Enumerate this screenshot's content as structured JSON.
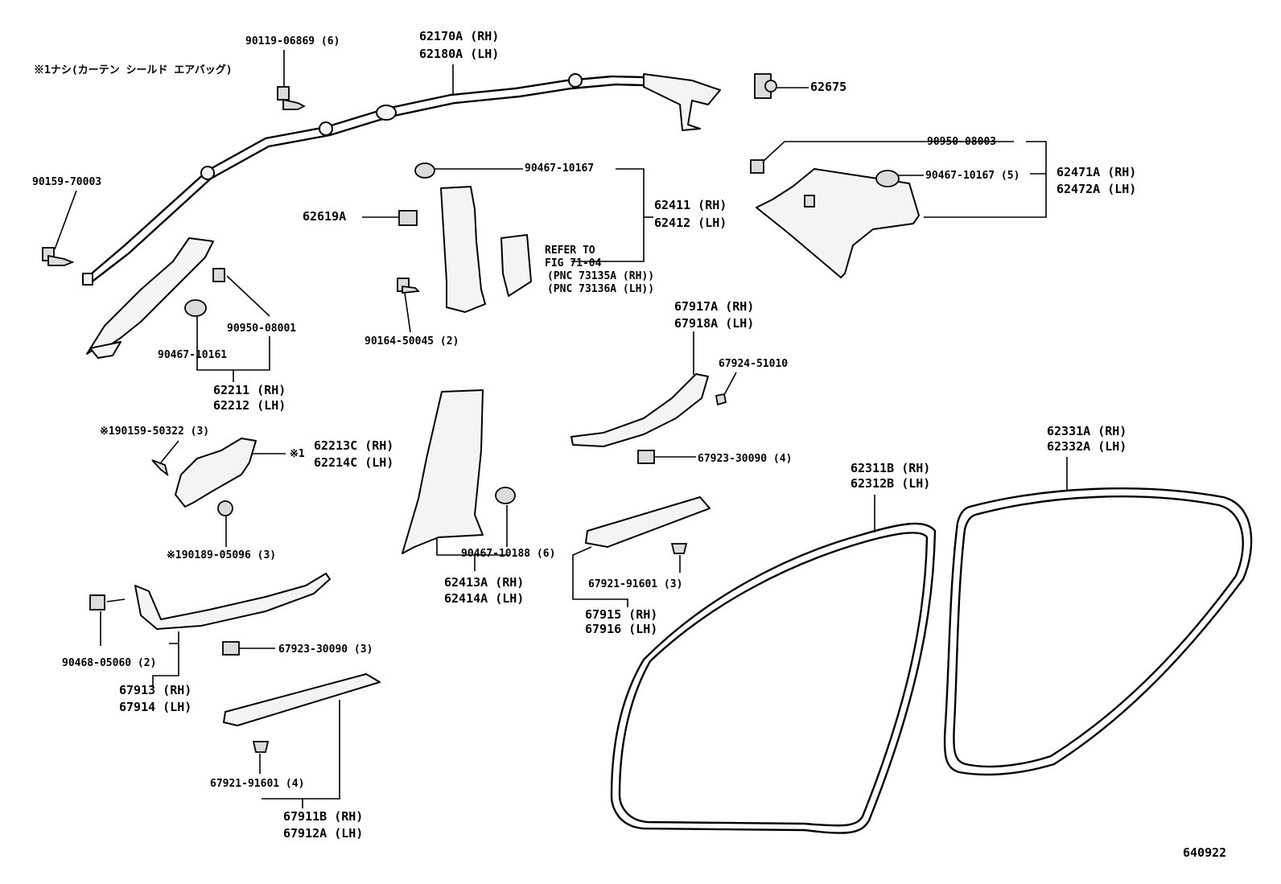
{
  "diagram_id": "640922",
  "labels": {
    "airbag_rh": "62170A (RH)",
    "airbag_lh": "62180A (LH)",
    "bolt_90119": "90119-06869 (6)",
    "note_jp": "※1ナシ(カーテン シールド エアバッグ)",
    "clip_62675": "62675",
    "screw_90950_08003": "90950-08003",
    "clip_90467_10167_5": "90467-10167 (5)",
    "roof_side_rh": "62471A (RH)",
    "roof_side_lh": "62472A (LH)",
    "bolt_90159": "90159-70003",
    "clip_90467_10167": "90467-10167",
    "clip_62619a": "62619A",
    "pillar_b_rh": "62411 (RH)",
    "pillar_b_lh": "62412 (LH)",
    "refer_to": "REFER TO",
    "fig": "FIG 71-04",
    "pnc_rh": "(PNC 73135A (RH))",
    "pnc_lh": "(PNC 73136A (LH))",
    "screw_90164": "90164-50045 (2)",
    "screw_90950_08001": "90950-08001",
    "clip_90467_10161": "90467-10161",
    "pillar_a_rh": "62211 (RH)",
    "pillar_a_lh": "62212 (LH)",
    "kick_rear_rh": "67917A (RH)",
    "kick_rear_lh": "67918A (LH)",
    "clip_67924": "67924-51010",
    "screw_190159": "※190159-50322 (3)",
    "pillar_c_rh": "62213C (RH)",
    "pillar_c_lh": "62214C (LH)",
    "note_mark": "※1",
    "clip_67923_4": "67923-30090 (4)",
    "nut_190189": "※190189-05096 (3)",
    "clip_90467_10188": "90467-10188 (6)",
    "pillar_b_lower_rh": "62413A (RH)",
    "pillar_b_lower_lh": "62414A (LH)",
    "clip_67921_3": "67921-91601 (3)",
    "scuff_rear_rh": "67915 (RH)",
    "scuff_rear_lh": "67916 (LH)",
    "weather_rear_rh": "62331A (RH)",
    "weather_rear_lh": "62332A (LH)",
    "weather_front_rh": "62311B (RH)",
    "weather_front_lh": "62312B (LH)",
    "clip_90468": "90468-05060 (2)",
    "clip_67923_3": "67923-30090 (3)",
    "kick_front_rh": "67913 (RH)",
    "kick_front_lh": "67914 (LH)",
    "clip_67921_4": "67921-91601 (4)",
    "scuff_front_rh": "67911B (RH)",
    "scuff_front_lh": "67912A (LH)"
  }
}
